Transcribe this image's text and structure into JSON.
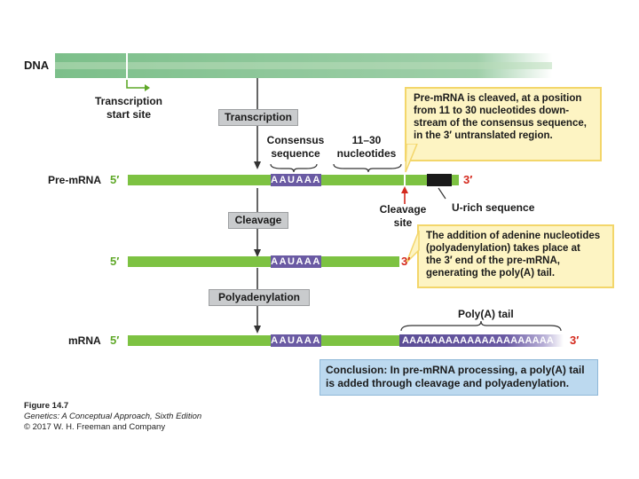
{
  "labels": {
    "dna": "DNA",
    "pre_mrna": "Pre-mRNA",
    "mrna": "mRNA",
    "five_prime": "5′",
    "three_prime": "3′",
    "transcription_start": [
      "Transcription",
      "start site"
    ],
    "consensus": [
      "Consensus",
      "sequence"
    ],
    "nucleotides": [
      "11–30",
      "nucleotides"
    ],
    "cleavage_site": [
      "Cleavage",
      "site"
    ],
    "u_rich": "U-rich sequence",
    "poly_a_tail": "Poly(A) tail",
    "aauaaa": "AAUAAA",
    "poly_a_seq": "AAAAAAAAAAAAAAAAAAAAA"
  },
  "steps": {
    "transcription": "Transcription",
    "cleavage": "Cleavage",
    "polyadenylation": "Polyadenylation"
  },
  "notes": {
    "cleave": [
      "Pre-mRNA is cleaved, at a position",
      "from 11 to 30 nucleotides down-",
      "stream of the consensus sequence,",
      "in the 3′ untranslated region."
    ],
    "adenine": [
      "The addition of adenine nucleotides",
      "(polyadenylation) takes place at",
      "the 3′ end of the pre-mRNA,",
      "generating the poly(A) tail."
    ],
    "conclusion_bold": "Conclusion:",
    "conclusion": [
      "In pre-mRNA processing, a poly(A) tail",
      "is added through cleavage and polyadenylation."
    ]
  },
  "caption": {
    "figure": "Figure 14.7",
    "book": "Genetics: A Conceptual Approach, Sixth Edition",
    "copyright": "© 2017 W. H. Freeman and Company"
  },
  "colors": {
    "rna": "#7dc242",
    "dna": "#7cbf8a",
    "consensus": "#6a5aa3",
    "u_rich": "#1a1a1a",
    "arrow_red": "#d42a1e",
    "note_bg": "#fdf4c3",
    "conclusion_bg": "#bcd9ef"
  }
}
